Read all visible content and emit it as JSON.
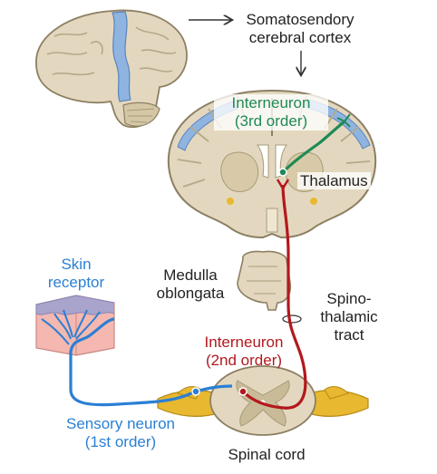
{
  "labels": {
    "cortex": {
      "line1": "Somatosendory",
      "line2": "cerebral cortex"
    },
    "interneuron3": {
      "line1": "Interneuron",
      "line2": "(3rd order)"
    },
    "thalamus": "Thalamus",
    "medulla": {
      "line1": "Medulla",
      "line2": "oblongata"
    },
    "skin": {
      "line1": "Skin",
      "line2": "receptor"
    },
    "tract": {
      "line1": "Spino-",
      "line2": "thalamic",
      "line3": "tract"
    },
    "interneuron2": {
      "line1": "Interneuron",
      "line2": "(2nd order)"
    },
    "sensory": {
      "line1": "Sensory neuron",
      "line2": "(1st order)"
    },
    "spinal": "Spinal cord"
  },
  "colors": {
    "first_order": "#2a7fd4",
    "second_order": "#b3181d",
    "third_order": "#1f8a55",
    "tissue": "#e3d8bf",
    "tissue_dark": "#b5a98b",
    "cortex_band": "#8fb4e0",
    "nerve": "#e8b830",
    "skin": "#f4b8b0"
  }
}
